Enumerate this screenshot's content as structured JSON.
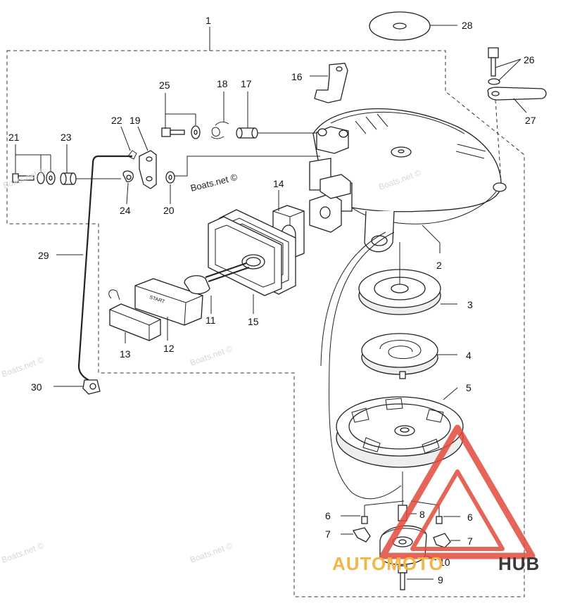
{
  "watermarks": {
    "site": "Boats.net ©",
    "brand_part1": "AUTOMOTO",
    "brand_part2": "HUB"
  },
  "callouts": {
    "c1": "1",
    "c2": "2",
    "c3": "3",
    "c4": "4",
    "c5": "5",
    "c6a": "6",
    "c6b": "6",
    "c7a": "7",
    "c7b": "7",
    "c8": "8",
    "c9": "9",
    "c10": "10",
    "c11": "11",
    "c12": "12",
    "c13": "13",
    "c14": "14",
    "c15": "15",
    "c16": "16",
    "c17": "17",
    "c18": "18",
    "c19": "19",
    "c20": "20",
    "c21": "21",
    "c22": "22",
    "c23": "23",
    "c24": "24",
    "c25": "25",
    "c26": "26",
    "c27": "27",
    "c28": "28",
    "c29": "29",
    "c30": "30"
  },
  "colors": {
    "line": "#222222",
    "logo_red": "#e04a3c",
    "brand_orange": "#f3b545",
    "brand_dark": "#3a3a3a"
  }
}
